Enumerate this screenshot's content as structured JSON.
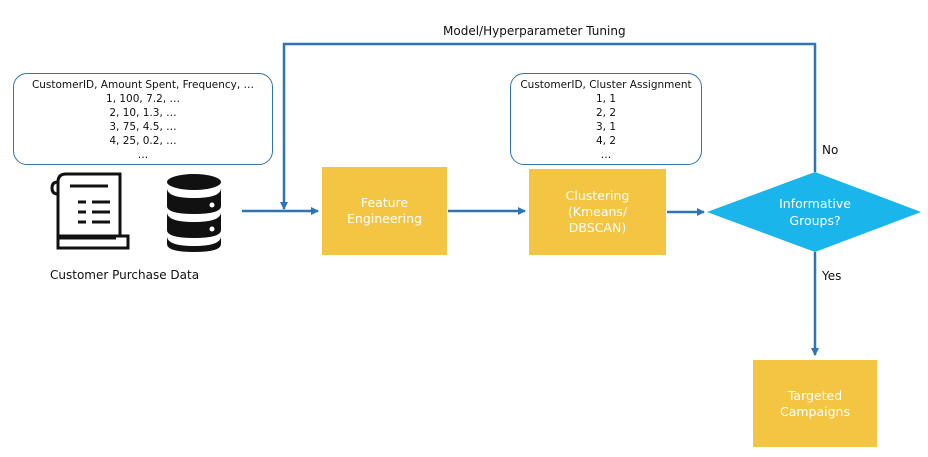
{
  "loop_label": "Model/Hyperparameter Tuning",
  "input_box": {
    "lines": [
      "CustomerID, Amount Spent, Frequency, …",
      "1, 100, 7.2, …",
      "2, 10, 1.3, …",
      "3, 75, 4.5, …",
      "4, 25, 0.2, …",
      "…"
    ]
  },
  "output_box": {
    "lines": [
      "CustomerID, Cluster Assignment",
      "1, 1",
      "2, 2",
      "3, 1",
      "4, 2",
      "…"
    ]
  },
  "source_label": "Customer Purchase Data",
  "icons": [
    "receipt-icon",
    "database-icon"
  ],
  "nodes": {
    "feature_engineering": [
      "Feature",
      "Engineering"
    ],
    "clustering": [
      "Clustering",
      "(Kmeans/",
      "DBSCAN)"
    ],
    "decision": [
      "Informative",
      "Groups?"
    ],
    "targeted_campaigns": [
      "Targeted",
      "Campaigns"
    ]
  },
  "edge_labels": {
    "no": "No",
    "yes": "Yes"
  },
  "colors": {
    "process": "#f4c542",
    "decision": "#1ab5ea",
    "arrow": "#2e75b6"
  }
}
